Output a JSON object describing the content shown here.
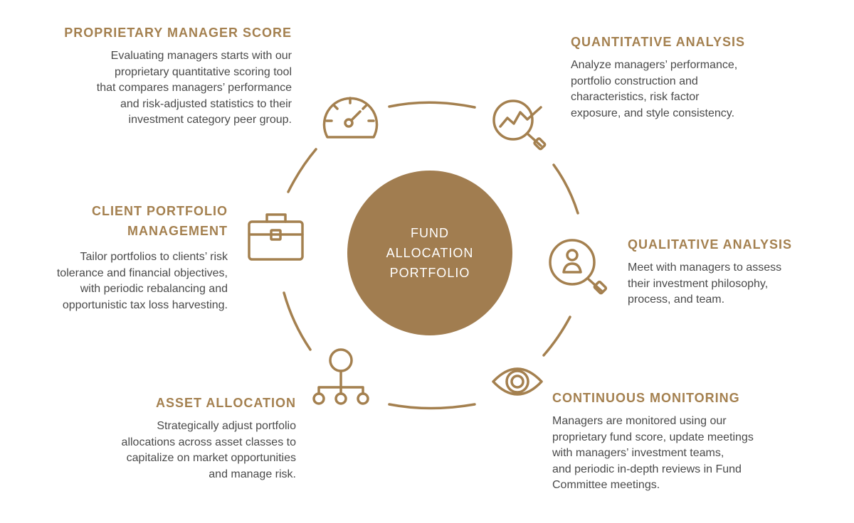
{
  "center": {
    "label": "FUND\nALLOCATION\nPORTFOLIO"
  },
  "colors": {
    "accent": "#a4804f",
    "body_text": "#4a4a4a",
    "background": "#ffffff"
  },
  "steps": [
    {
      "id": "proprietary-manager-score",
      "icon": "gauge-icon",
      "title": "PROPRIETARY MANAGER SCORE",
      "body": "Evaluating managers starts with our\nproprietary quantitative scoring tool\nthat compares managers’ performance\nand risk-adjusted statistics to their\ninvestment category peer group."
    },
    {
      "id": "quantitative-analysis",
      "icon": "chart-magnifier-icon",
      "title": "QUANTITATIVE ANALYSIS",
      "body": "Analyze managers’ performance,\nportfolio construction and\ncharacteristics, risk factor\nexposure, and style consistency."
    },
    {
      "id": "qualitative-analysis",
      "icon": "person-magnifier-icon",
      "title": "QUALITATIVE ANALYSIS",
      "body": "Meet with managers to assess\ntheir investment philosophy,\nprocess, and team."
    },
    {
      "id": "continuous-monitoring",
      "icon": "eye-icon",
      "title": "CONTINUOUS MONITORING",
      "body": "Managers are monitored using our\nproprietary fund score, update meetings\nwith managers’ investment teams,\nand periodic in-depth reviews in Fund\nCommittee meetings."
    },
    {
      "id": "asset-allocation",
      "icon": "hierarchy-icon",
      "title": "ASSET ALLOCATION",
      "body": "Strategically adjust portfolio\nallocations across asset classes to\ncapitalize on market opportunities\nand manage risk."
    },
    {
      "id": "client-portfolio-management",
      "icon": "briefcase-icon",
      "title": "CLIENT PORTFOLIO\nMANAGEMENT",
      "body": "Tailor portfolios to clients’ risk\ntolerance and financial objectives,\nwith periodic rebalancing and\nopportunistic tax loss harvesting."
    }
  ]
}
